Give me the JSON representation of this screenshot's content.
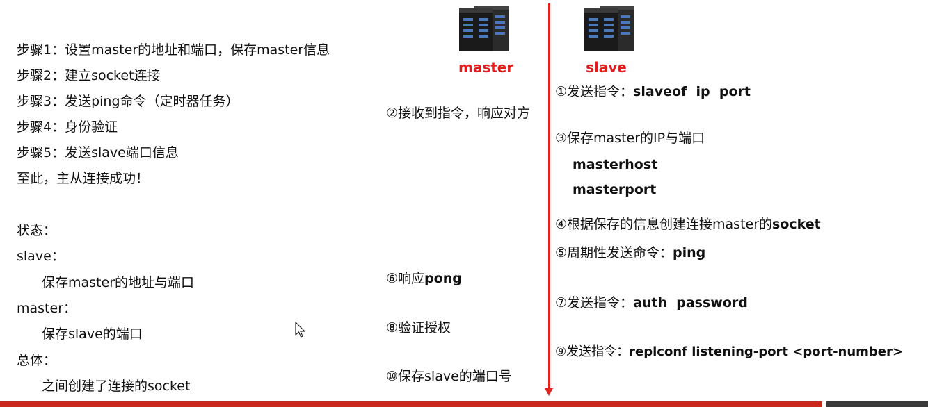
{
  "steps": [
    "步骤1：设置master的地址和端口，保存master信息",
    "步骤2：建立socket连接",
    "步骤3：发送ping命令（定时器任务）",
    "步骤4：身份验证",
    "步骤5：发送slave端口信息",
    "至此，主从连接成功！"
  ],
  "state": {
    "title": "状态：",
    "slave_label": "slave：",
    "slave_desc": "保存master的地址与端口",
    "master_label": "master：",
    "master_desc": "保存slave的端口",
    "overall_label": "总体：",
    "overall_desc": "之间创建了连接的socket"
  },
  "roles": {
    "master": "master",
    "slave": "slave"
  },
  "master_actions": {
    "a2": "②接收到指令，响应对方",
    "a6_prefix": "⑥响应",
    "a6_bold": "pong",
    "a8": "⑧验证授权",
    "a10": "⑩保存slave的端口号"
  },
  "slave_actions": {
    "a1_prefix": "①发送指令：",
    "a1_bold": "slaveof  ip  port",
    "a3": "③保存master的IP与端口",
    "a3_host": "masterhost",
    "a3_port": "masterport",
    "a4_prefix": "④根据保存的信息创建连接master的",
    "a4_bold": "socket",
    "a5_prefix": "⑤周期性发送命令：",
    "a5_bold": "ping",
    "a7_prefix": "⑦发送指令：",
    "a7_bold": "auth  password",
    "a9_prefix": "⑨发送指令：",
    "a9_bold": "replconf listening-port <port-number>"
  },
  "colors": {
    "accent": "#e3231d",
    "bottom_bar": "#c8291c"
  },
  "icons": {
    "server": "server-rack-icon",
    "cursor": "mouse-pointer-icon"
  }
}
